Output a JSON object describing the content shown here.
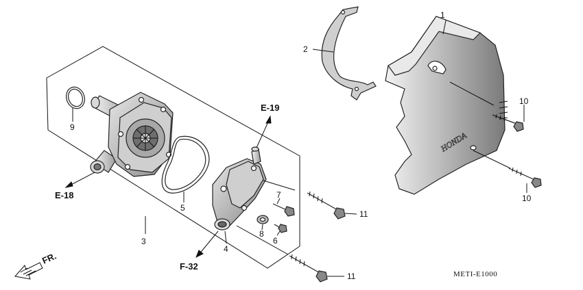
{
  "diagram": {
    "callouts": {
      "c1": "1",
      "c2": "2",
      "c3": "3",
      "c4": "4",
      "c5": "5",
      "c6": "6",
      "c7": "7",
      "c8": "8",
      "c9": "9",
      "c10a": "10",
      "c10b": "10",
      "c11a": "11",
      "c11b": "11"
    },
    "refs": {
      "e18": "E-18",
      "e19": "E-19",
      "f32": "F-32"
    },
    "front_label": "FR.",
    "brand_mark": "HONDA",
    "drawing_code": "METI-E1000"
  }
}
